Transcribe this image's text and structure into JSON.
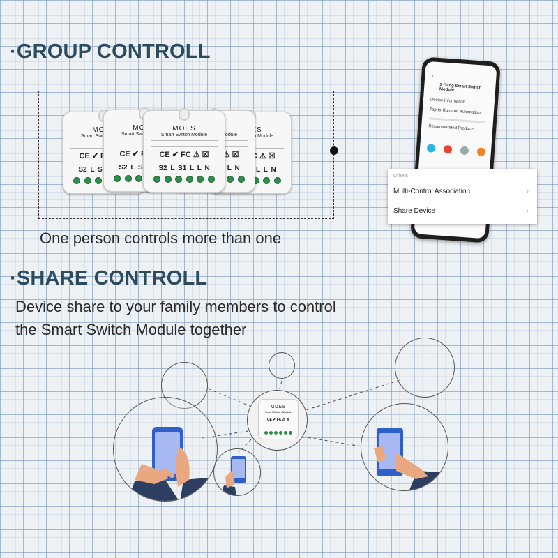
{
  "group": {
    "title": "GROUP CONTROLL",
    "caption": "One person controls more than one"
  },
  "share": {
    "title": "SHARE CONTROLL",
    "caption_line1": "Device share to your family members to control",
    "caption_line2": "the Smart Switch Module together"
  },
  "module": {
    "brand": "MOES",
    "model_name": "Smart Switch Module",
    "marks": "CE ✔ FC ⚠ ☒",
    "terminals": "S2 L S1 L L N"
  },
  "phone": {
    "device_title": "2 Gang Smart Switch Module",
    "device_info": "Device Information",
    "tap_to_run": "Tap-to-Run and Automation",
    "recommended": "Recommended Products"
  },
  "popup": {
    "section": "Others",
    "item1": "Multi-Control Association",
    "item2": "Share Device"
  },
  "colors": {
    "heading": "#2c4b5e",
    "pin_green": "#2f8f4a",
    "screen_blue": "#a7b8f2",
    "phone_blue": "#2f5fc8",
    "sleeve_navy": "#2d3e63",
    "skin": "#e9a880"
  }
}
